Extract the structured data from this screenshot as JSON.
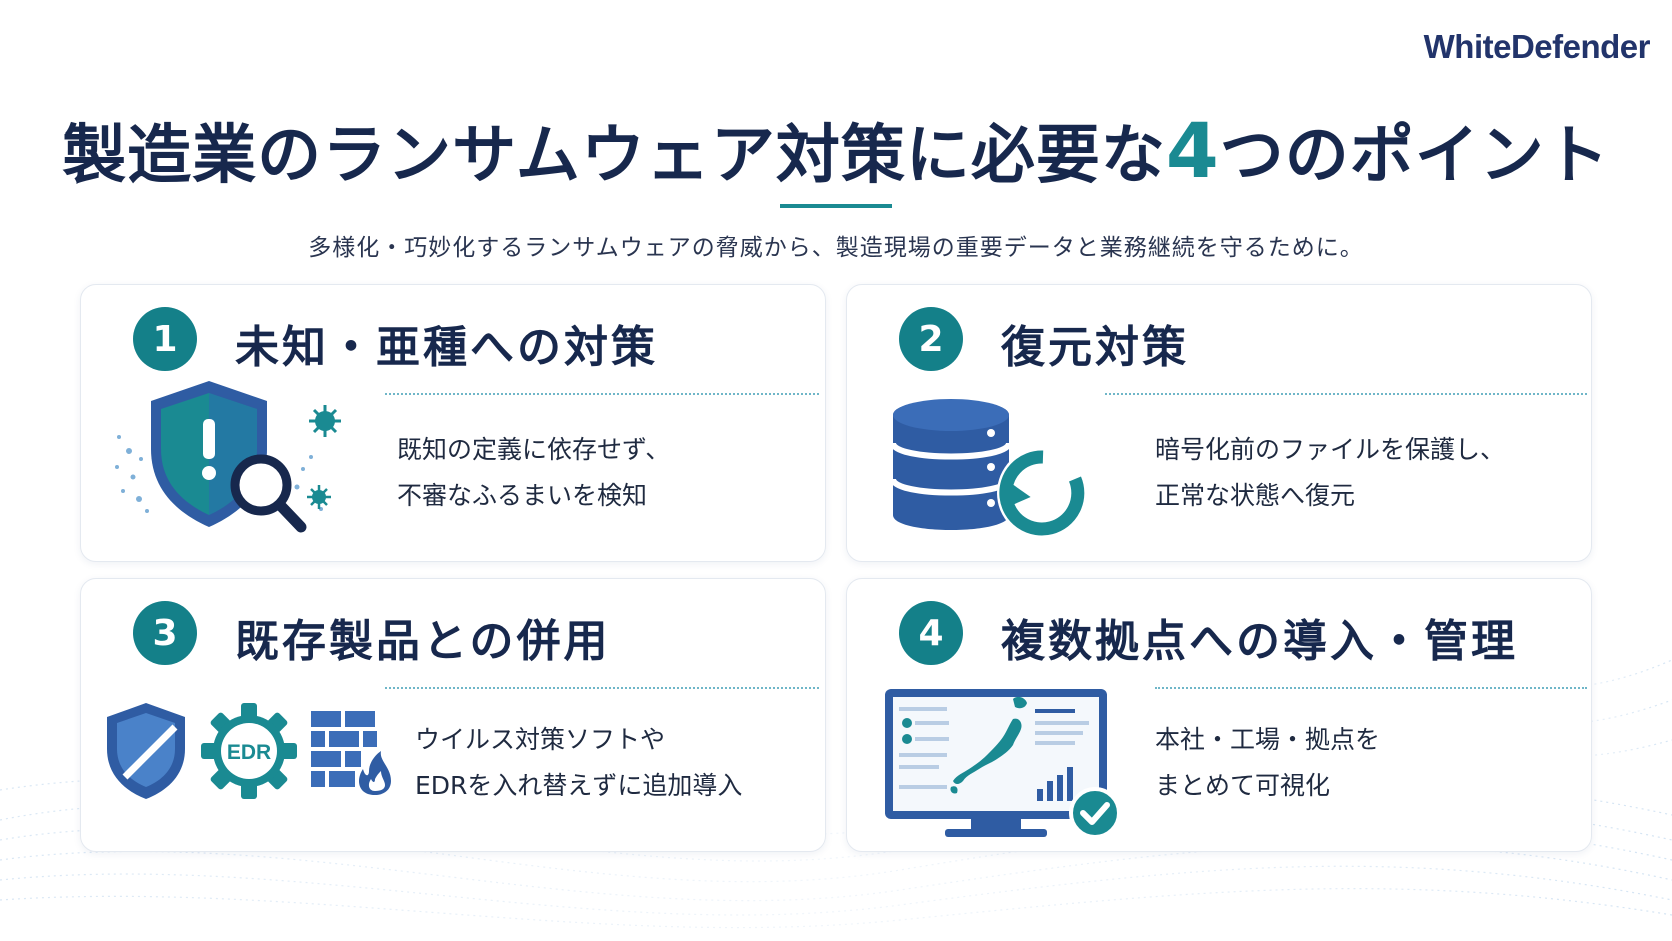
{
  "brand": "WhiteDefender",
  "title": {
    "main": "製造業のランサムウェア対策に必要な",
    "accent": "4",
    "tail": "つのポイント"
  },
  "subtitle": "多様化・巧妙化するランサムウェアの脅威から、製造現場の重要データと業務継続を守るために。",
  "colors": {
    "accent": "#1a8a92",
    "navy": "#17284d",
    "blue": "#2f5ca3"
  },
  "points": [
    {
      "number": "1",
      "title": "未知・亜種への対策",
      "lines": [
        "既知の定義に依存せず、",
        "不審なふるまいを検知"
      ],
      "icon": "shield-magnifier-icon"
    },
    {
      "number": "2",
      "title": "復元対策",
      "lines": [
        "暗号化前のファイルを保護し、",
        "正常な状態へ復元"
      ],
      "icon": "database-restore-icon"
    },
    {
      "number": "3",
      "title": "既存製品との併用",
      "lines": [
        "ウイルス対策ソフトや",
        "EDRを入れ替えずに追加導入"
      ],
      "icon": "security-products-icon",
      "badge": "EDR"
    },
    {
      "number": "4",
      "title": "複数拠点への導入・管理",
      "lines": [
        "本社・工場・拠点を",
        "まとめて可視化"
      ],
      "icon": "monitor-map-icon"
    }
  ]
}
